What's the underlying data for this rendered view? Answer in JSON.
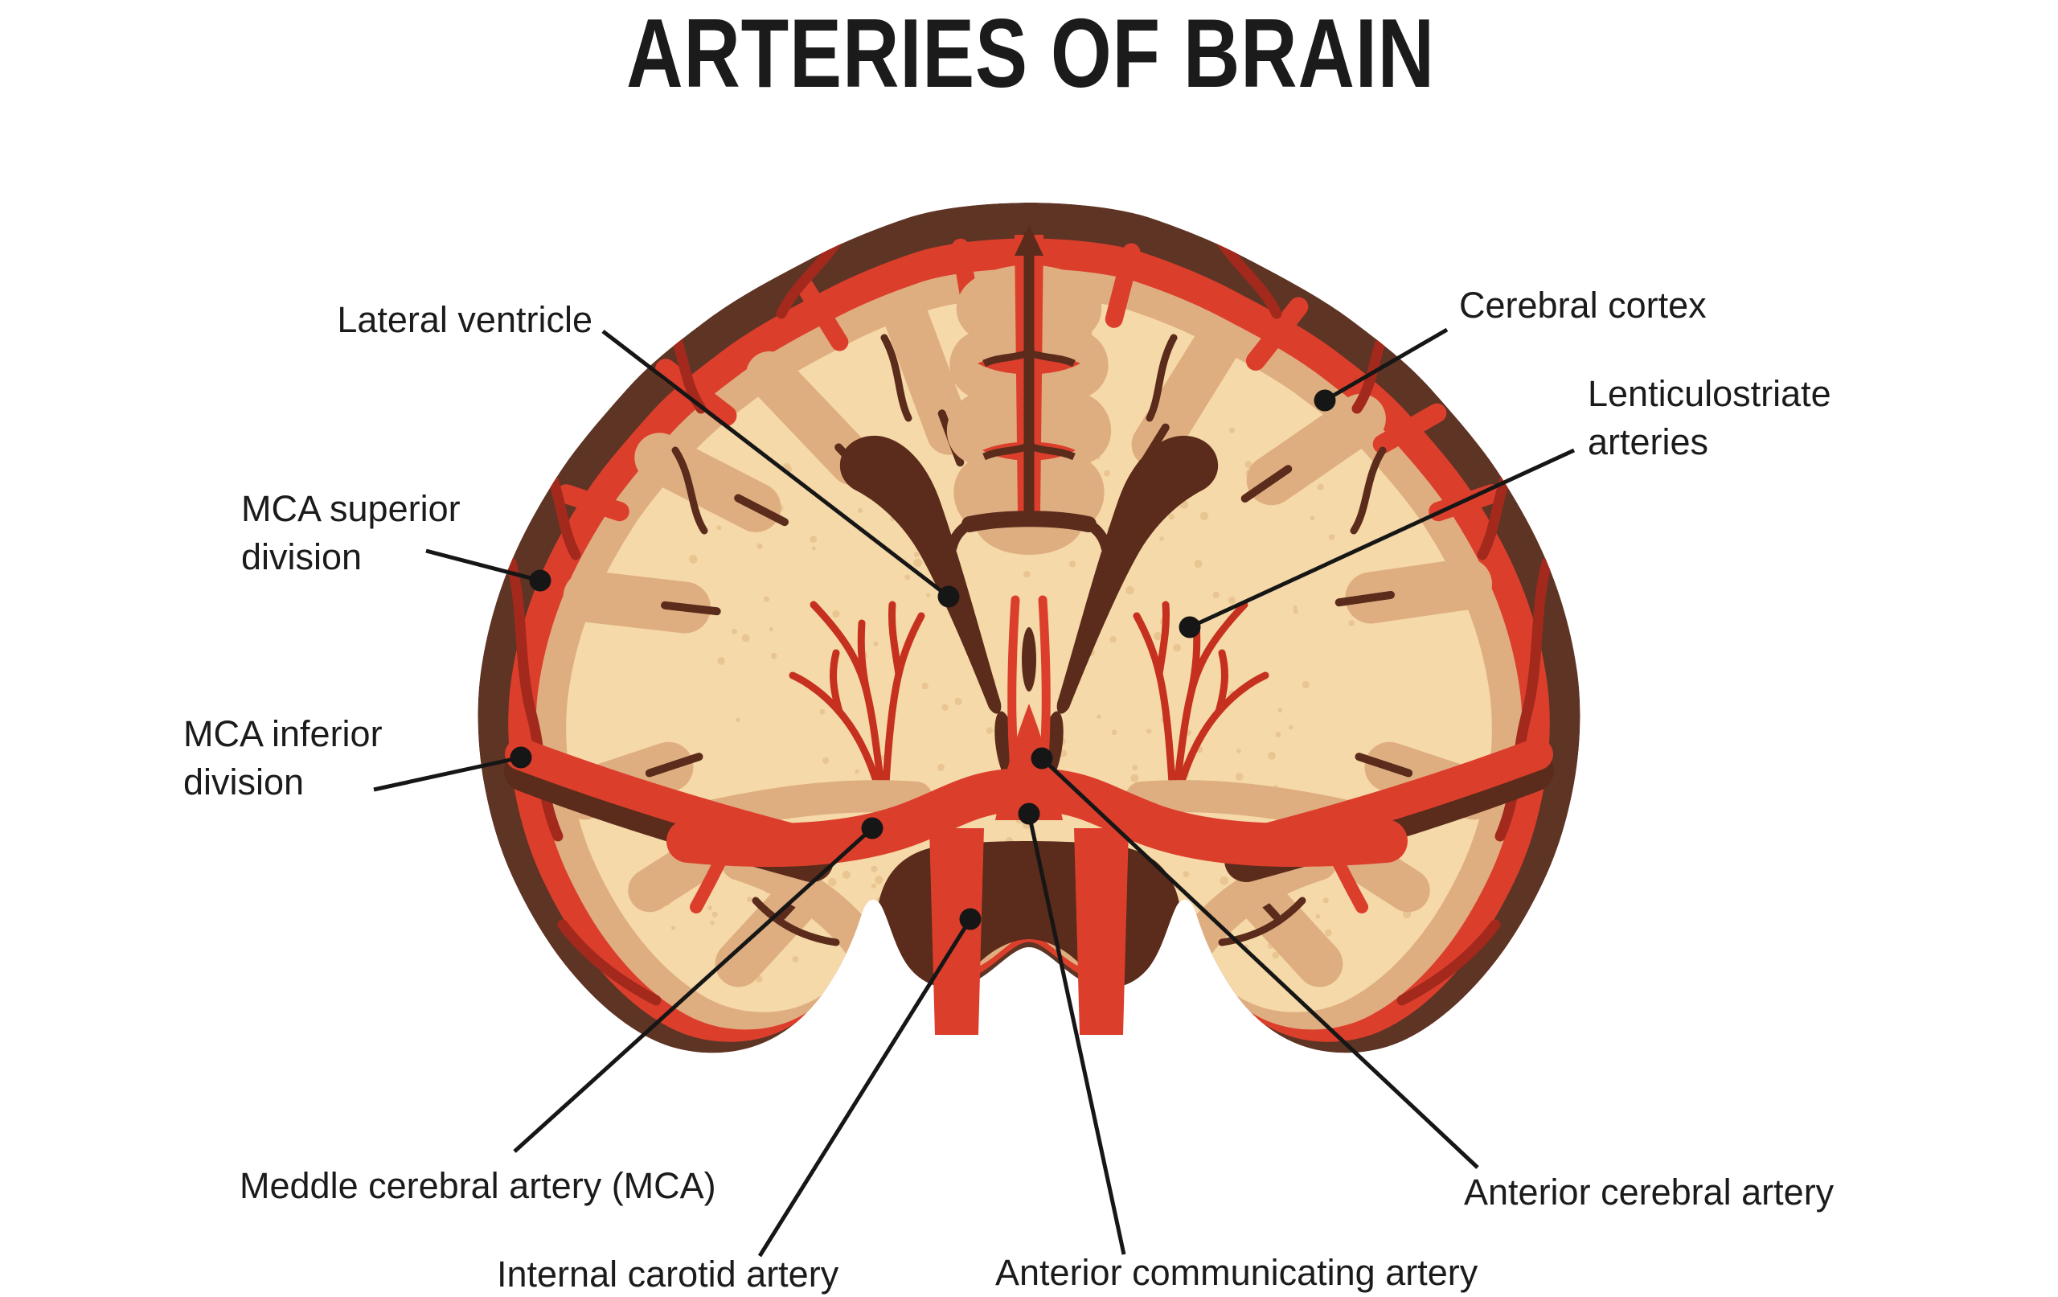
{
  "title": "ARTERIES OF BRAIN",
  "figure": {
    "type": "anatomical-diagram",
    "subject": "Coronal section of the brain showing cerebral arteries",
    "labels": [
      {
        "id": "lateral-ventricle",
        "lines": [
          "Lateral ventricle"
        ]
      },
      {
        "id": "cerebral-cortex",
        "lines": [
          "Cerebral cortex"
        ]
      },
      {
        "id": "lenticulostriate-arteries",
        "lines": [
          "Lenticulostriate",
          "arteries"
        ]
      },
      {
        "id": "mca-superior-division",
        "lines": [
          "MCA superior",
          "division"
        ]
      },
      {
        "id": "mca-inferior-division",
        "lines": [
          "MCA inferior",
          "division"
        ]
      },
      {
        "id": "middle-cerebral-artery",
        "lines": [
          "Meddle cerebral artery (MCA)"
        ]
      },
      {
        "id": "internal-carotid-artery",
        "lines": [
          "Internal carotid artery"
        ]
      },
      {
        "id": "anterior-communicating-artery",
        "lines": [
          "Anterior communicating artery"
        ]
      },
      {
        "id": "anterior-cerebral-artery",
        "lines": [
          "Anterior cerebral artery"
        ]
      }
    ]
  },
  "colors": {
    "background": "#ffffff",
    "ink": "#1b1b1b",
    "leader": "#161616",
    "cortex_brown": "#5e3425",
    "sulcus_brown": "#5b2b1b",
    "vessel_dark_red": "#a3291d",
    "artery_red": "#dc3e2c",
    "artery_red_deep": "#c5301f",
    "gray_matter_tan": "#dfae80",
    "white_matter_cream": "#f5d9a8",
    "speckle": "#e8c28e"
  }
}
